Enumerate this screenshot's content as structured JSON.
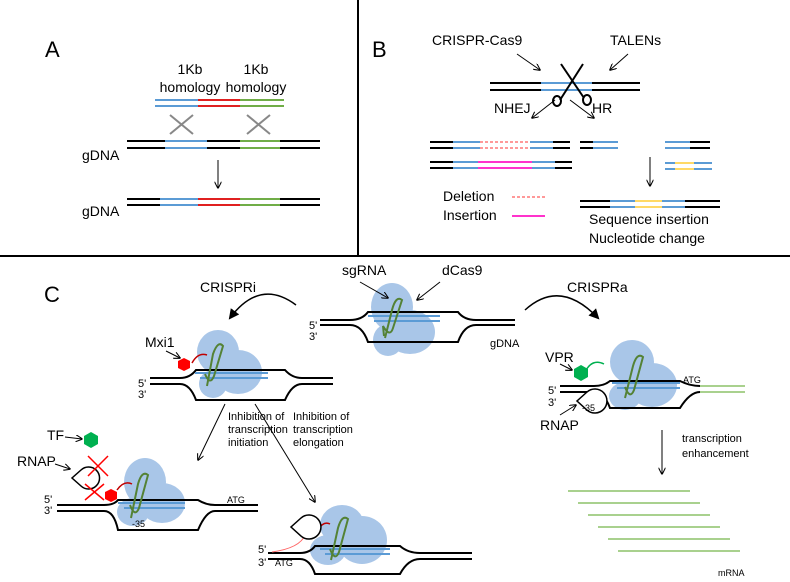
{
  "panels": {
    "a": {
      "letter": "A",
      "homology_left_line1": "1Kb",
      "homology_left_line2": "homology",
      "homology_right_line1": "1Kb",
      "homology_right_line2": "homology",
      "gdna_top": "gDNA",
      "gdna_bottom": "gDNA"
    },
    "b": {
      "letter": "B",
      "nuclease_left": "CRISPR-Cas9",
      "nuclease_right": "TALENs",
      "pathway_left": "NHEJ",
      "pathway_right": "HR",
      "legend_deletion": "Deletion",
      "legend_insertion": "Insertion",
      "outcome_line1": "Sequence insertion",
      "outcome_line2": "Nucleotide change"
    },
    "c": {
      "letter": "C",
      "crispri": "CRISPRi",
      "crispra": "CRISPRa",
      "sgrna": "sgRNA",
      "dcas9": "dCas9",
      "five_prime": "5'",
      "three_prime": "3'",
      "gdna": "gDNA",
      "mxi1": "Mxi1",
      "vpr": "VPR",
      "tf": "TF",
      "rnap": "RNAP",
      "inhibition_init_1": "Inhibition of",
      "inhibition_init_2": "transcription",
      "inhibition_init_3": "initiation",
      "inhibition_elong_1": "Inhibition of",
      "inhibition_elong_2": "transcription",
      "inhibition_elong_3": "elongation",
      "enhancement_1": "transcription",
      "enhancement_2": "enhancement",
      "atg": "ATG",
      "minus35": "-35",
      "mrna": "mRNA"
    }
  },
  "colors": {
    "homology_blue": "#5b9bd5",
    "insert_red": "#e02020",
    "homology_green": "#70ad47",
    "cas9_blue": "#a9c6e8",
    "sgrna_green": "#548235",
    "deletion_red": "#ff3333",
    "insertion_magenta": "#ff33cc",
    "hr_yellow": "#ffd966",
    "repressor_red": "#ff0000",
    "activator_green": "#00b050",
    "mrna_green": "#a9d18e"
  }
}
